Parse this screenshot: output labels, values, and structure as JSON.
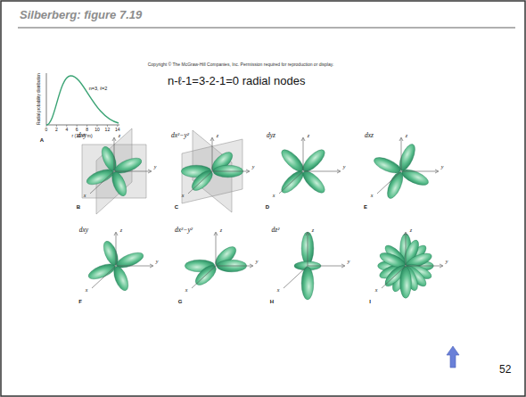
{
  "diagram": {
    "title": "Silberberg: figure 7.19",
    "labels": [
      "Copyright © The McGraw-Hill Companies, Inc. Permission required for reproduction or display.",
      "Radial probability distribution",
      "n=3, ℓ=2",
      "0",
      "2",
      "4",
      "6",
      "8",
      "10",
      "12",
      "14",
      "r (10⁻¹⁰ m)",
      "A",
      "n-ℓ-1=3-2-1=0 radial nodes",
      "dxy",
      "z",
      "y",
      "x",
      "B",
      "dx²−y²",
      "z",
      "y",
      "x",
      "C",
      "dyz",
      "z",
      "y",
      "x",
      "D",
      "dxz",
      "z",
      "y",
      "x",
      "E",
      "dxy",
      "z",
      "y",
      "x",
      "F",
      "dx²−y²",
      "z",
      "y",
      "x",
      "G",
      "dz²",
      "z",
      "y",
      "x",
      "H",
      "z",
      "y",
      "x",
      "I",
      "52"
    ]
  }
}
